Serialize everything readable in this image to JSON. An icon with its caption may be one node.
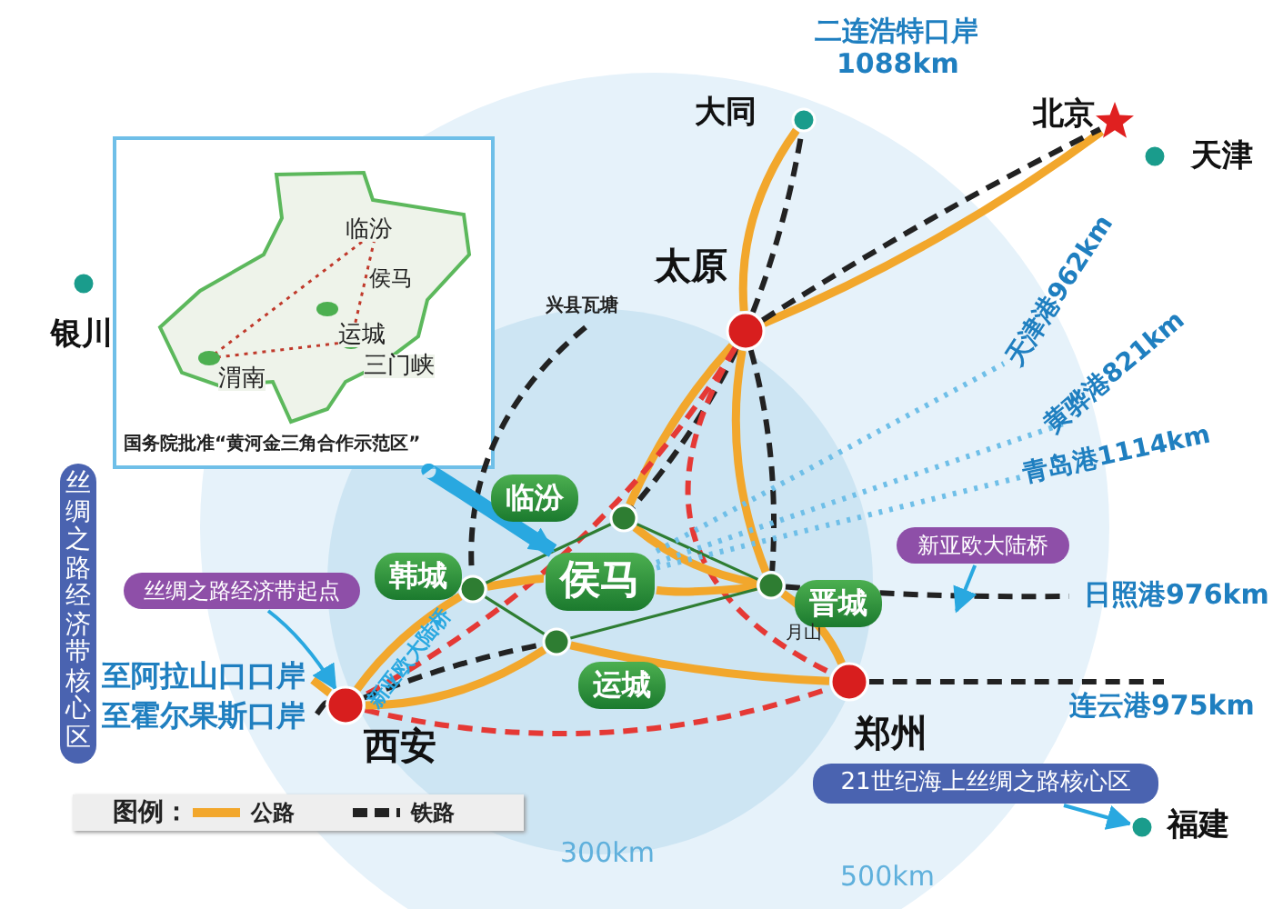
{
  "diagram": {
    "nodes": [
      {
        "text": [
          "国务院批准“黄河金三角合作示范区”"
        ]
      },
      {
        "text": [
          "大同"
        ]
      },
      {
        "text": [
          "北京"
        ]
      },
      {
        "text": [
          "天津"
        ]
      },
      {
        "text": [
          "太原"
        ]
      },
      {
        "text": [
          "银川"
        ]
      },
      {
        "text": [
          "临汾"
        ]
      },
      {
        "text": [
          "韩城"
        ]
      },
      {
        "text": [
          "侯马"
        ]
      },
      {
        "text": [
          "晋城"
        ]
      },
      {
        "text": [
          "运城"
        ]
      },
      {
        "text": [
          "西安"
        ]
      },
      {
        "text": [
          "郑州"
        ]
      },
      {
        "text": [
          "福建"
        ]
      },
      {
        "text": [
          "丝绸之路经济带起点"
        ]
      },
      {
        "text": [
          "新亚欧大陆桥"
        ]
      },
      {
        "text": [
          "21世纪海上丝绸之路核心区"
        ]
      },
      {
        "text": [
          "丝绸之路经济带核心区"
        ]
      },
      {
        "text": [
          "天津港962km"
        ]
      },
      {
        "text": [
          "黄骅港821km"
        ]
      },
      {
        "text": [
          "青岛港1114km"
        ]
      },
      {
        "text": [
          "日照港976km"
        ]
      },
      {
        "text": [
          "连云港975km"
        ]
      },
      {
        "text": [
          "至阿拉山口口岸"
        ]
      },
      {
        "text": [
          "至霍尔果斯口岸"
        ]
      },
      {
        "text": [
          "兴县瓦塘"
        ]
      }
    ],
    "edges": [
      {
        "from": 4,
        "to": 1,
        "arrow": "none",
        "color": "#f2a72c"
      },
      {
        "from": 4,
        "to": 1,
        "arrow": "none",
        "style": "dashed",
        "color": "#222222"
      },
      {
        "from": 4,
        "to": 2,
        "arrow": "none",
        "color": "#f2a72c"
      },
      {
        "from": 4,
        "to": 2,
        "arrow": "none",
        "style": "dashed",
        "color": "#222222"
      },
      {
        "from": 4,
        "to": 6,
        "arrow": "none",
        "color": "#f2a72c"
      },
      {
        "from": 4,
        "to": 6,
        "arrow": "none",
        "style": "dashed",
        "color": "#222222"
      },
      {
        "from": 4,
        "to": 9,
        "arrow": "none",
        "style": "dashed",
        "color": "#222222"
      },
      {
        "from": 4,
        "to": 9,
        "arrow": "none",
        "color": "#f2a72c"
      },
      {
        "from": 4,
        "to": 11,
        "arrow": "none",
        "style": "dashed",
        "color": "#e53935"
      },
      {
        "from": 4,
        "to": 12,
        "arrow": "none",
        "style": "dashed",
        "color": "#e53935"
      },
      {
        "from": 11,
        "to": 12,
        "arrow": "none",
        "style": "dashed",
        "color": "#e53935"
      },
      {
        "from": 6,
        "to": 9,
        "arrow": "none",
        "color": "#f2a72c"
      },
      {
        "from": 7,
        "to": 8,
        "arrow": "none",
        "color": "#f2a72c"
      },
      {
        "from": 8,
        "to": 9,
        "arrow": "none",
        "color": "#f2a72c"
      },
      {
        "from": 11,
        "to": 7,
        "arrow": "none",
        "color": "#f2a72c"
      },
      {
        "from": 11,
        "to": 10,
        "arrow": "none",
        "color": "#f2a72c"
      },
      {
        "from": 10,
        "to": 12,
        "arrow": "none",
        "color": "#f2a72c"
      },
      {
        "from": 9,
        "to": 12,
        "arrow": "none",
        "color": "#f2a72c"
      },
      {
        "from": 11,
        "to": 10,
        "arrow": "none",
        "style": "dashed",
        "color": "#222222"
      },
      {
        "from": 7,
        "to": 6,
        "arrow": "none",
        "color": "#2e7d32"
      },
      {
        "from": 7,
        "to": 10,
        "arrow": "none",
        "color": "#2e7d32"
      },
      {
        "from": 6,
        "to": 9,
        "arrow": "none",
        "color": "#2e7d32"
      },
      {
        "from": 10,
        "to": 9,
        "arrow": "none",
        "color": "#2e7d32"
      },
      {
        "from": 8,
        "to": 18,
        "arrow": "none",
        "style": "dashed",
        "color": "#6fbfe8"
      },
      {
        "from": 8,
        "to": 19,
        "arrow": "none",
        "style": "dashed",
        "color": "#6fbfe8"
      },
      {
        "from": 8,
        "to": 20,
        "arrow": "none",
        "style": "dashed",
        "color": "#6fbfe8"
      },
      {
        "from": 9,
        "to": 21,
        "arrow": "none",
        "style": "dashed",
        "color": "#222222"
      },
      {
        "from": 12,
        "to": 22,
        "arrow": "none",
        "style": "dashed",
        "color": "#222222"
      },
      {
        "from": 11,
        "to": 23,
        "arrow": "none",
        "color": "#f2a72c"
      },
      {
        "from": 11,
        "to": 24,
        "arrow": "none",
        "style": "dashed",
        "color": "#222222"
      },
      {
        "from": 25,
        "to": 7,
        "arrow": "none",
        "style": "dashed",
        "color": "#222222"
      },
      {
        "from": 0,
        "to": 8,
        "arrow": "to",
        "style": "thick",
        "color": "#29a8e0"
      },
      {
        "from": 14,
        "to": 11,
        "arrow": "to",
        "color": "#29a8e0"
      },
      {
        "from": 15,
        "to": null,
        "arrow": "to",
        "color": "#29a8e0"
      },
      {
        "from": 16,
        "to": 13,
        "arrow": "to",
        "color": "#29a8e0"
      }
    ],
    "labels": [
      "临汾",
      "侯马",
      "运城",
      "三门峡",
      "渭南",
      "二连浩特口岸",
      "1088km",
      "月山",
      "新亚欧大陆桥",
      "300km",
      "500km",
      "图例："
    ],
    "legend": [
      {
        "text": "公路"
      },
      {
        "text": "铁路"
      }
    ]
  }
}
